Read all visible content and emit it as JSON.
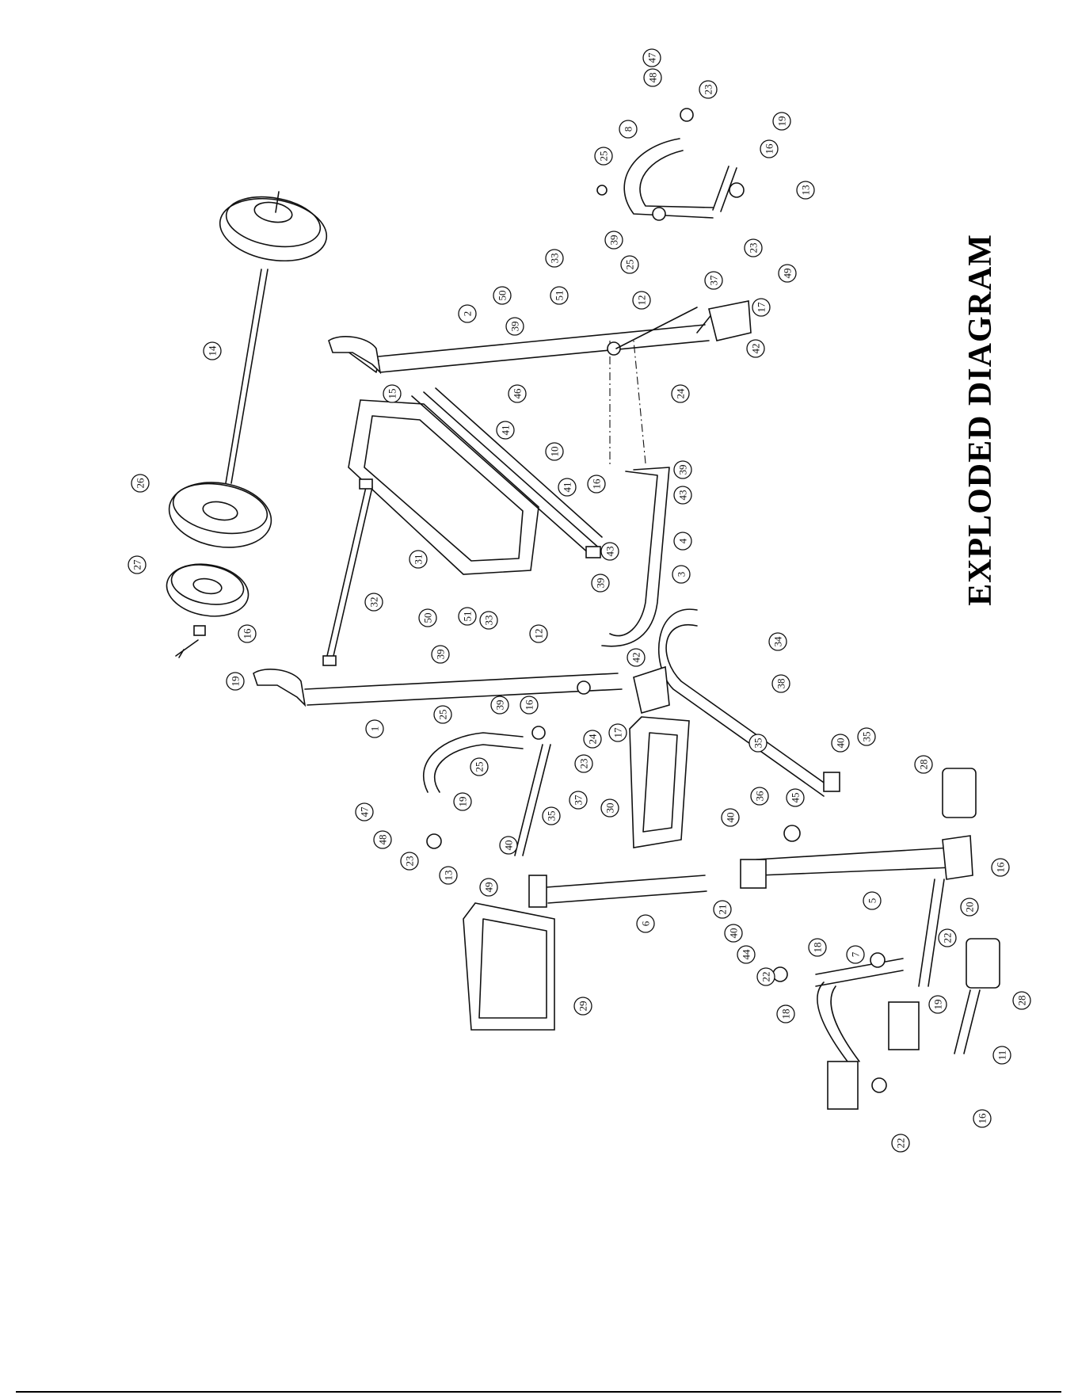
{
  "diagram": {
    "title": "EXPLODED DIAGRAM",
    "callouts": [
      "47",
      "48",
      "23",
      "19",
      "8",
      "16",
      "25",
      "13",
      "23",
      "39",
      "25",
      "49",
      "33",
      "37",
      "50",
      "51",
      "12",
      "17",
      "2",
      "39",
      "42",
      "24",
      "14",
      "15",
      "46",
      "41",
      "10",
      "39",
      "43",
      "26",
      "41",
      "16",
      "4",
      "31",
      "43",
      "27",
      "39",
      "3",
      "32",
      "50",
      "51",
      "33",
      "12",
      "16",
      "19",
      "42",
      "34",
      "39",
      "38",
      "1",
      "25",
      "39",
      "16",
      "17",
      "24",
      "35",
      "25",
      "23",
      "30",
      "40",
      "35",
      "37",
      "47",
      "19",
      "35",
      "40",
      "36",
      "45",
      "48",
      "23",
      "28",
      "13",
      "40",
      "49",
      "20",
      "16",
      "6",
      "21",
      "5",
      "40",
      "44",
      "22",
      "7",
      "18",
      "22",
      "18",
      "29",
      "19",
      "28",
      "11",
      "16",
      "22"
    ],
    "colors": {
      "line": "#111111",
      "background": "#ffffff"
    }
  }
}
